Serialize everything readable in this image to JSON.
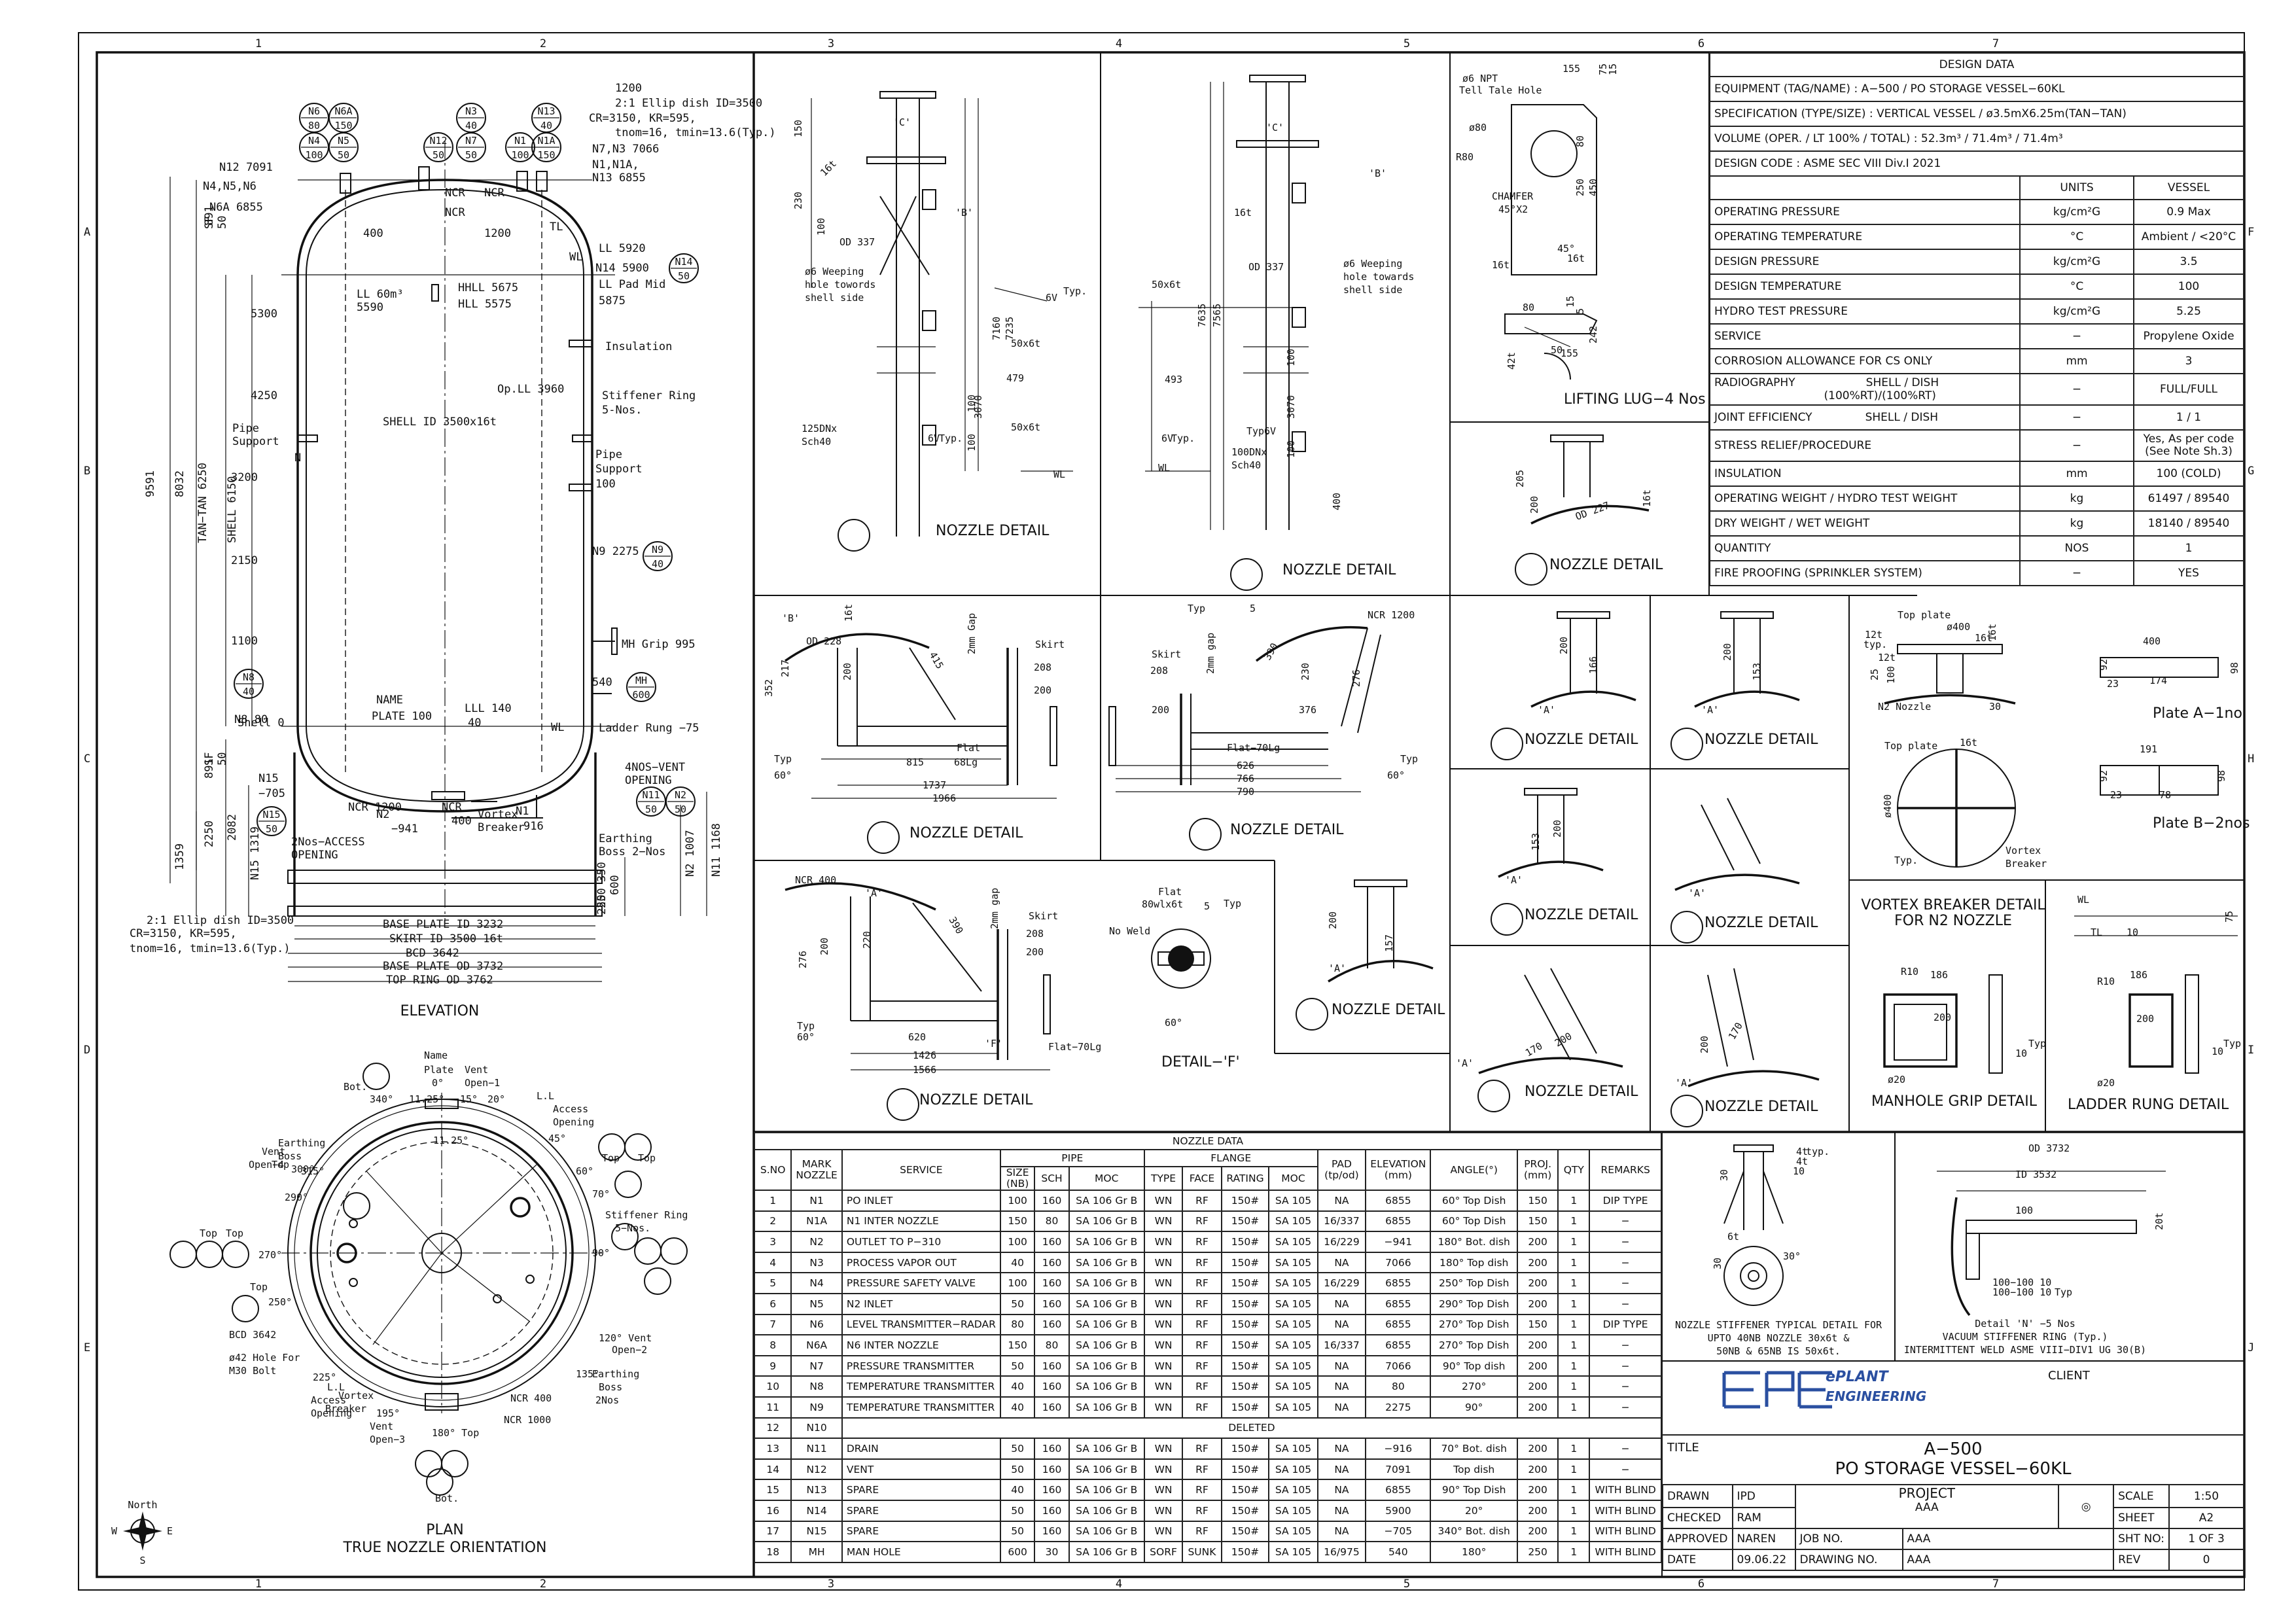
{
  "grid": {
    "cols": [
      "1",
      "2",
      "3",
      "4",
      "5",
      "6",
      "7"
    ],
    "rows": [
      "A",
      "B",
      "C",
      "D",
      "E"
    ],
    "rows_right": [
      "F",
      "G",
      "H",
      "I",
      "J"
    ]
  },
  "elevation": {
    "title": "ELEVATION",
    "nozzle_tags": [
      {
        "a": "N6",
        "b": "80"
      },
      {
        "a": "N6A",
        "b": "150"
      },
      {
        "a": "N4",
        "b": "100"
      },
      {
        "a": "N5",
        "b": "50"
      },
      {
        "a": "N3",
        "b": "40"
      },
      {
        "a": "N12",
        "b": "50"
      },
      {
        "a": "N7",
        "b": "50"
      },
      {
        "a": "N1",
        "b": "100"
      },
      {
        "a": "N1A",
        "b": "150"
      },
      {
        "a": "N13",
        "b": "40"
      },
      {
        "a": "N14",
        "b": "50"
      },
      {
        "a": "N9",
        "b": "40"
      },
      {
        "a": "N8",
        "b": "40"
      },
      {
        "a": "N15",
        "b": "50"
      },
      {
        "a": "MH",
        "b": "600"
      },
      {
        "a": "N11",
        "b": "50"
      },
      {
        "a": "N2",
        "b": "50"
      }
    ],
    "labels": [
      "N12 7091",
      "N4,N5,N6",
      "N6A 6855",
      "NCR",
      "NCR",
      "NCR",
      "400",
      "1200",
      "1200",
      "2:1 Ellip dish ID=3500",
      "CR=3150, KR=595,",
      "tnom=16, tmin=13.6(Typ.)",
      "N7,N3 7066",
      "N1,N1A,",
      "N13 6855",
      "TL",
      "WL",
      "LL 5920",
      "N14 5900",
      "LL Pad Mid",
      "5875",
      "HHLL 5675",
      "HLL 5575",
      "LL 60m³",
      "5590",
      "5300",
      "4250",
      "Insulation",
      "Op.LL 3960",
      "Stiffener Ring",
      "5-Nos.",
      "Pipe",
      "Support",
      "Pipe",
      "Support",
      "100",
      "SHELL ID 3500x16t",
      "3200",
      "N",
      "2150",
      "N9 2275",
      "1100",
      "MH Grip 995",
      "540",
      "N8 80",
      "Shell 0",
      "NAME",
      "PLATE 100",
      "LLL 140",
      "40",
      "WL",
      "Ladder Rung −75",
      "NCR 1200",
      "NCR",
      "400",
      "Vortex",
      "Breaker",
      "4NOS−VENT",
      "OPENING",
      "N1",
      "916",
      "N15",
      "−705",
      "N2",
      "−941",
      "2Nos−ACCESS",
      "OPENING",
      "Earthing",
      "Boss 2−Nos",
      "2:1 Ellip dish ID=3500",
      "CR=3150, KR=595,",
      "tnom=16, tmin=13.6(Typ.)",
      "BASE PLATE ID 3232",
      "SKIRT ID 3500 16t",
      "BCD 3642",
      "BASE PLATE OD 3732",
      "TOP RING OD 3762"
    ],
    "dims_v": [
      "891",
      "SF",
      "50",
      "9591",
      "8032",
      "TAN−TAN 6250",
      "SHELL 6150",
      "891",
      "SF",
      "50",
      "1359",
      "2250",
      "2082",
      "N15 1319",
      "350",
      "250",
      "600",
      "250",
      "N2 1007",
      "N11 1168"
    ]
  },
  "plan": {
    "title": "PLAN",
    "subtitle": "TRUE NOZZLE ORIENTATION",
    "compass": {
      "n": "North",
      "e": "E",
      "s": "S",
      "w": "W"
    },
    "labels": [
      "Name",
      "Plate",
      "0°",
      "Vent",
      "Open−1",
      "Bot.",
      "340°",
      "11.25°",
      "15°",
      "20°",
      "L.L",
      "Access",
      "Opening",
      "45°",
      "60°",
      "70°",
      "90°",
      "Top",
      "Top",
      "Stiffener Ring",
      "5−Nos.",
      "Top",
      "Earthing",
      "Boss",
      "315°",
      "Vent",
      "Open−4",
      "300°",
      "290°",
      "Top",
      "Top",
      "270°",
      "250°",
      "Top",
      "BCD 3642",
      "ø42 Hole For",
      "M30 Bolt",
      "225°",
      "L.L",
      "Access",
      "Opening",
      "Vortex",
      "Breaker",
      "195°",
      "Vent",
      "Open−3",
      "180° Top",
      "Bot.",
      "120° Vent",
      "Open−2",
      "135°",
      "Earthing",
      "Boss",
      "2Nos",
      "NCR 400",
      "NCR 1000",
      "11.25°"
    ]
  },
  "details": {
    "n1_title": "NOZZLE DETAIL",
    "n6_title": "NOZZLE DETAIL",
    "lug_title": "LIFTING LUG−4 Nos",
    "n4_title": "NOZZLE DETAIL",
    "n2_title": "NOZZLE DETAIL",
    "n15_title": "NOZZLE DETAIL",
    "n11_title": "NOZZLE DETAIL",
    "detail_f": "DETAIL−'F'",
    "n3_title": "NOZZLE DETAIL",
    "n5_title": "NOZZLE DETAIL",
    "n12_title": "NOZZLE DETAIL",
    "n7_title": "NOZZLE DETAIL",
    "n13_title": "NOZZLE DETAIL",
    "n8n9_title": "NOZZLE DETAIL",
    "n14_title": "NOZZLE DETAIL",
    "vortex_title1": "VORTEX BREAKER DETAIL",
    "vortex_title2": "FOR N2 NOZZLE",
    "plate_a": "Plate A−1no",
    "plate_b": "Plate B−2nos",
    "manhole_grip": "MANHOLE GRIP DETAIL",
    "ladder_rung": "LADDER RUNG DETAIL",
    "stiffener_note": [
      "NOZZLE STIFFENER TYPICAL DETAIL FOR",
      "UPTO 40NB NOZZLE 30x6t &",
      "50NB & 65NB IS 50x6t."
    ],
    "vacuum_note": [
      "Detail 'N' −5 Nos",
      "VACUUM STIFFENER RING (Typ.)",
      "INTERMITTENT WELD   ASME VIII−DIV1 UG 30(B)"
    ],
    "vac_dims": [
      "OD 3732",
      "ID 3532",
      "100",
      "20t",
      "100−100 10",
      "100−100 10",
      "Typ"
    ],
    "texts": {
      "n1": [
        "230",
        "150",
        "16t",
        "100",
        "OD 337",
        "ø6 Weeping",
        "hole towords",
        "shell side",
        "7160",
        "7235",
        "100",
        "3070",
        "100",
        "50x6t",
        "479",
        "50x6t",
        "125DNx",
        "Sch40",
        "6V",
        "Typ.",
        "6V",
        "Typ.",
        "WL",
        "'C'",
        "'B'"
      ],
      "n6": [
        "50x6t",
        "7635",
        "7565",
        "16t",
        "OD 337",
        "ø6 Weeping",
        "hole towards",
        "shell side",
        "493",
        "100",
        "3070",
        "100",
        "400",
        "100DNx",
        "Sch40",
        "Typ.",
        "6V",
        "6V",
        "Typ.",
        "WL",
        "'C'",
        "'B'"
      ],
      "lug": [
        "ø6 NPT",
        "Tell Tale Hole",
        "155",
        "75",
        "15",
        "ø80",
        "R80",
        "80",
        "250",
        "450",
        "CHAMFER",
        "45°X2",
        "16t",
        "16t",
        "45°",
        "80",
        "15",
        "5",
        "155",
        "42t",
        "242",
        "50"
      ],
      "n4": [
        "205",
        "16t",
        "200",
        "OD 227"
      ],
      "n2": [
        "'B'",
        "OD 228",
        "16t",
        "352",
        "217",
        "200",
        "2mm Gap",
        "Skirt",
        "208",
        "200",
        "815",
        "1737",
        "1966",
        "68Lg",
        "Flat",
        "Typ",
        "60°",
        "415"
      ],
      "n15": [
        "Typ",
        "5",
        "NCR 1200",
        "Skirt",
        "208",
        "2mm gap",
        "200",
        "390",
        "230",
        "376",
        "276",
        "626",
        "766",
        "790",
        "Flat−70Lg",
        "Typ",
        "60°"
      ],
      "n11": [
        "NCR 400",
        "'A'",
        "276",
        "200",
        "220",
        "390",
        "Skirt",
        "208",
        "200",
        "2mm gap",
        "620",
        "1426",
        "1566",
        "Typ",
        "60°",
        "Flat−70Lg",
        "'F'"
      ],
      "detf": [
        "Flat",
        "80wlx6t",
        "No Weld",
        "5",
        "Typ",
        "60°"
      ],
      "n3": [
        "200",
        "157",
        "'A'"
      ],
      "n5": [
        "200",
        "166",
        "'A'"
      ],
      "n12": [
        "200",
        "153",
        "'A'"
      ],
      "n7": [
        "153",
        "200",
        "'A'"
      ],
      "n13": [
        "'A'"
      ],
      "n8": [
        "170",
        "200",
        "'A'"
      ],
      "n14": [
        "200",
        "170",
        "'A'"
      ],
      "vortex": [
        "Top plate",
        "ø400",
        "16t",
        "16t",
        "typ.",
        "12t",
        "25",
        "100",
        "12t",
        "N2 Nozzle",
        "30",
        "Top plate",
        "16t",
        "ø400",
        "Typ.",
        "Vortex",
        "Breaker"
      ],
      "plates": [
        "400",
        "92",
        "174",
        "98",
        "23",
        "191",
        "92",
        "23",
        "78",
        "98"
      ],
      "mh": [
        "R10",
        "186",
        "200",
        "ø20",
        "10",
        "Typ"
      ],
      "lr": [
        "WL",
        "TL",
        "10",
        "75",
        "R10",
        "186",
        "200",
        "ø20",
        "10",
        "Typ"
      ],
      "stiff": [
        "4t",
        "4t",
        "10",
        "typ.",
        "30",
        "6t",
        "30",
        "30°"
      ]
    }
  },
  "design_data": {
    "title": "DESIGN DATA",
    "header_rows": [
      "EQUIPMENT (TAG/NAME) : A−500 / PO STORAGE VESSEL−60KL",
      "SPECIFICATION (TYPE/SIZE) : VERTICAL VESSEL / ø3.5mX6.25m(TAN−TAN)",
      "VOLUME (OPER. / LT 100% / TOTAL) : 52.3m³ / 71.4m³ / 71.4m³",
      "DESIGN CODE : ASME SEC VIII Div.I 2021"
    ],
    "col_units": "UNITS",
    "col_vessel": "VESSEL",
    "rows": [
      {
        "p": "OPERATING PRESSURE",
        "u": "kg/cm²G",
        "v": "0.9 Max"
      },
      {
        "p": "OPERATING TEMPERATURE",
        "u": "°C",
        "v": "Ambient / <20°C"
      },
      {
        "p": "DESIGN PRESSURE",
        "u": "kg/cm²G",
        "v": "3.5"
      },
      {
        "p": "DESIGN TEMPERATURE",
        "u": "°C",
        "v": "100"
      },
      {
        "p": "HYDRO TEST PRESSURE",
        "u": "kg/cm²G",
        "v": "5.25"
      },
      {
        "p": "SERVICE",
        "u": "−",
        "v": "Propylene Oxide"
      },
      {
        "p": "CORROSION ALLOWANCE FOR CS ONLY",
        "u": "mm",
        "v": "3"
      },
      {
        "p": "RADIOGRAPHY                    SHELL / DISH\n                               (100%RT)/(100%RT)",
        "u": "−",
        "v": "FULL/FULL"
      },
      {
        "p": "JOINT EFFICIENCY               SHELL / DISH",
        "u": "−",
        "v": "1 / 1"
      },
      {
        "p": "STRESS RELIEF/PROCEDURE",
        "u": "−",
        "v": "Yes, As per code\n(See Note Sh.3)"
      },
      {
        "p": "INSULATION",
        "u": "mm",
        "v": "100 (COLD)"
      },
      {
        "p": "OPERATING WEIGHT / HYDRO TEST WEIGHT",
        "u": "kg",
        "v": "61497 / 89540"
      },
      {
        "p": "DRY WEIGHT / WET WEIGHT",
        "u": "kg",
        "v": "18140 / 89540"
      },
      {
        "p": "QUANTITY",
        "u": "NOS",
        "v": "1"
      },
      {
        "p": "FIRE PROOFING (SPRINKLER SYSTEM)",
        "u": "−",
        "v": "YES"
      }
    ]
  },
  "nozzle_data": {
    "title": "NOZZLE DATA",
    "h_pipe": "PIPE",
    "h_flange": "FLANGE",
    "headers": [
      "S.NO",
      "MARK\nNOZZLE",
      "SERVICE",
      "SIZE\n(NB)",
      "SCH",
      "MOC",
      "TYPE",
      "FACE",
      "RATING",
      "MOC",
      "PAD\n(tp/od)",
      "ELEVATION\n(mm)",
      "ANGLE(°)",
      "PROJ.\n(mm)",
      "QTY",
      "REMARKS"
    ],
    "rows": [
      [
        "1",
        "N1",
        "PO INLET",
        "100",
        "160",
        "SA 106 Gr B",
        "WN",
        "RF",
        "150#",
        "SA 105",
        "NA",
        "6855",
        "60° Top Dish",
        "150",
        "1",
        "DIP TYPE"
      ],
      [
        "2",
        "N1A",
        "N1 INTER NOZZLE",
        "150",
        "80",
        "SA 106 Gr B",
        "WN",
        "RF",
        "150#",
        "SA 105",
        "16/337",
        "6855",
        "60° Top Dish",
        "150",
        "1",
        "−"
      ],
      [
        "3",
        "N2",
        "OUTLET TO P−310",
        "100",
        "160",
        "SA 106 Gr B",
        "WN",
        "RF",
        "150#",
        "SA 105",
        "16/229",
        "−941",
        "180° Bot. dish",
        "200",
        "1",
        "−"
      ],
      [
        "4",
        "N3",
        "PROCESS VAPOR OUT",
        "40",
        "160",
        "SA 106 Gr B",
        "WN",
        "RF",
        "150#",
        "SA 105",
        "NA",
        "7066",
        "180° Top dish",
        "200",
        "1",
        "−"
      ],
      [
        "5",
        "N4",
        "PRESSURE SAFETY VALVE",
        "100",
        "160",
        "SA 106 Gr B",
        "WN",
        "RF",
        "150#",
        "SA 105",
        "16/229",
        "6855",
        "250° Top Dish",
        "200",
        "1",
        "−"
      ],
      [
        "6",
        "N5",
        "N2 INLET",
        "50",
        "160",
        "SA 106 Gr B",
        "WN",
        "RF",
        "150#",
        "SA 105",
        "NA",
        "6855",
        "290° Top Dish",
        "200",
        "1",
        "−"
      ],
      [
        "7",
        "N6",
        "LEVEL TRANSMITTER−RADAR",
        "80",
        "160",
        "SA 106 Gr B",
        "WN",
        "RF",
        "150#",
        "SA 105",
        "NA",
        "6855",
        "270° Top Dish",
        "150",
        "1",
        "DIP TYPE"
      ],
      [
        "8",
        "N6A",
        "N6 INTER NOZZLE",
        "150",
        "80",
        "SA 106 Gr B",
        "WN",
        "RF",
        "150#",
        "SA 105",
        "16/337",
        "6855",
        "270° Top Dish",
        "200",
        "1",
        "−"
      ],
      [
        "9",
        "N7",
        "PRESSURE TRANSMITTER",
        "50",
        "160",
        "SA 106 Gr B",
        "WN",
        "RF",
        "150#",
        "SA 105",
        "NA",
        "7066",
        "90° Top dish",
        "200",
        "1",
        "−"
      ],
      [
        "10",
        "N8",
        "TEMPERATURE TRANSMITTER",
        "40",
        "160",
        "SA 106 Gr B",
        "WN",
        "RF",
        "150#",
        "SA 105",
        "NA",
        "80",
        "270°",
        "200",
        "1",
        "−"
      ],
      [
        "11",
        "N9",
        "TEMPERATURE TRANSMITTER",
        "40",
        "160",
        "SA 106 Gr B",
        "WN",
        "RF",
        "150#",
        "SA 105",
        "NA",
        "2275",
        "90°",
        "200",
        "1",
        "−"
      ],
      [
        "12",
        "N10",
        "DELETED"
      ],
      [
        "13",
        "N11",
        "DRAIN",
        "50",
        "160",
        "SA 106 Gr B",
        "WN",
        "RF",
        "150#",
        "SA 105",
        "NA",
        "−916",
        "70° Bot. dish",
        "200",
        "1",
        "−"
      ],
      [
        "14",
        "N12",
        "VENT",
        "50",
        "160",
        "SA 106 Gr B",
        "WN",
        "RF",
        "150#",
        "SA 105",
        "NA",
        "7091",
        "Top dish",
        "200",
        "1",
        "−"
      ],
      [
        "15",
        "N13",
        "SPARE",
        "40",
        "160",
        "SA 106 Gr B",
        "WN",
        "RF",
        "150#",
        "SA 105",
        "NA",
        "6855",
        "90° Top Dish",
        "200",
        "1",
        "WITH BLIND"
      ],
      [
        "16",
        "N14",
        "SPARE",
        "50",
        "160",
        "SA 106 Gr B",
        "WN",
        "RF",
        "150#",
        "SA 105",
        "NA",
        "5900",
        "20°",
        "200",
        "1",
        "WITH BLIND"
      ],
      [
        "17",
        "N15",
        "SPARE",
        "50",
        "160",
        "SA 106 Gr B",
        "WN",
        "RF",
        "150#",
        "SA 105",
        "NA",
        "−705",
        "340° Bot. dish",
        "200",
        "1",
        "WITH BLIND"
      ],
      [
        "18",
        "MH",
        "MAN HOLE",
        "600",
        "30",
        "SA 106 Gr B",
        "SORF",
        "SUNK",
        "150#",
        "SA 105",
        "16/975",
        "540",
        "180°",
        "250",
        "1",
        "WITH BLIND"
      ]
    ]
  },
  "title_block": {
    "client_label": "CLIENT",
    "logo_line1": "ePLANT",
    "logo_line2": "ENGINEERING",
    "title_label": "TITLE",
    "title_line1": "A−500",
    "title_line2": "PO STORAGE VESSEL−60KL",
    "drawn_label": "DRAWN",
    "drawn": "IPD",
    "checked_label": "CHECKED",
    "checked": "RAM",
    "approved_label": "APPROVED",
    "approved": "NAREN",
    "date_label": "DATE",
    "date": "09.06.22",
    "project_label": "PROJECT",
    "project": "AAA",
    "job_label": "JOB NO.",
    "job": "AAA",
    "drawing_label": "DRAWING NO.",
    "drawing": "AAA",
    "scale_label": "SCALE",
    "scale": "1:50",
    "sheet_label": "SHEET",
    "sheet": "A2",
    "sht_label": "SHT NO:",
    "sht": "1 OF 3",
    "rev_label": "REV",
    "rev": "0"
  }
}
